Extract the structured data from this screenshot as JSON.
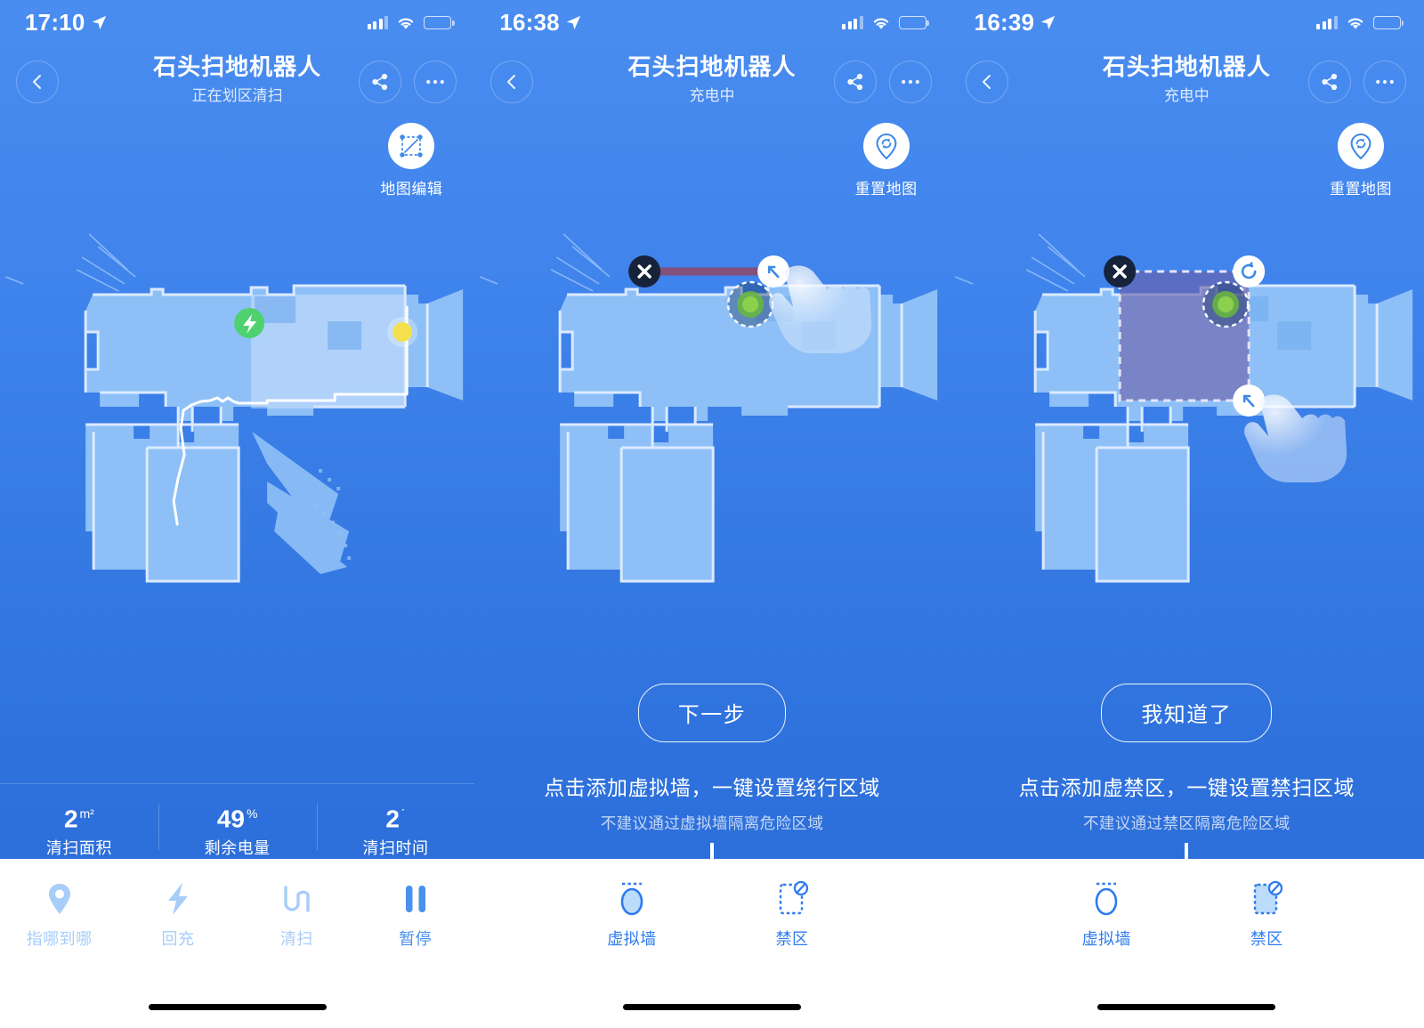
{
  "colors": {
    "bg_top": "#4a8df0",
    "bg_bottom": "#2a6bd6",
    "accent": "#2f7bf0",
    "accent_soft": "#a7cdf9",
    "map_fill": "#8ec0f7",
    "map_wall": "#d8eaff",
    "battery_red": "#f5372d",
    "dock_green": "#4ed16e",
    "robot_green": "#7ac943",
    "wall_line": "#8c4a6e",
    "zone_purple": "#6a5fa8",
    "toolbar_bg": "#ffffff"
  },
  "screens": [
    {
      "id": "screen-cleaning",
      "status_bar": {
        "time": "17:10",
        "location_icon": "location-arrow-icon",
        "signal_icon": "cellular-signal-icon",
        "wifi_icon": "wifi-icon",
        "battery_icon": "battery-low-icon",
        "battery_level_pct": 22
      },
      "nav": {
        "back_icon": "chevron-left-icon",
        "title": "石头扫地机器人",
        "subtitle": "正在划区清扫",
        "share_icon": "share-icon",
        "more_icon": "more-dots-icon"
      },
      "corner_action": {
        "icon": "map-edit-icon",
        "label": "地图编辑"
      },
      "map": {
        "robot_marker": "dock-charging-icon",
        "target_marker": "zone-handle-icon",
        "has_path_trace": true,
        "has_zone_rect": true
      },
      "cta": null,
      "stats": [
        {
          "value": "2",
          "unit": "m²",
          "label": "清扫面积"
        },
        {
          "value": "49",
          "unit": "%",
          "label": "剩余电量"
        },
        {
          "value": "2",
          "unit": "´",
          "label": "清扫时间"
        }
      ],
      "toolbar": {
        "layout": "four",
        "items": [
          {
            "icon": "pin-icon",
            "label": "指哪到哪",
            "state": "disabled"
          },
          {
            "icon": "lightning-icon",
            "label": "回充",
            "state": "disabled"
          },
          {
            "icon": "zigzag-icon",
            "label": "清扫",
            "state": "disabled"
          },
          {
            "icon": "pause-icon",
            "label": "暂停",
            "state": "active"
          }
        ]
      }
    },
    {
      "id": "screen-virtual-wall",
      "status_bar": {
        "time": "16:38",
        "location_icon": "location-arrow-icon",
        "signal_icon": "cellular-signal-icon",
        "wifi_icon": "wifi-icon",
        "battery_icon": "battery-low-icon",
        "battery_level_pct": 22
      },
      "nav": {
        "back_icon": "chevron-left-icon",
        "title": "石头扫地机器人",
        "subtitle": "充电中",
        "share_icon": "share-icon",
        "more_icon": "more-dots-icon"
      },
      "corner_action": {
        "icon": "reset-map-pin-icon",
        "label": "重置地图"
      },
      "map": {
        "overlay": "virtual-wall",
        "delete_icon": "close-x-icon",
        "resize_icon": "resize-arrow-icon",
        "hand_icon": "hand-pointer-icon",
        "robot_marker": "robot-position-icon"
      },
      "cta": {
        "button_label": "下一步",
        "line1": "点击添加虚拟墙，一键设置绕行区域",
        "line2": "不建议通过虚拟墙隔离危险区域",
        "arrow_icon": "down-arrow-icon"
      },
      "stats": null,
      "toolbar": {
        "layout": "two",
        "items": [
          {
            "icon": "virtual-wall-icon",
            "label": "虚拟墙",
            "state": "selected"
          },
          {
            "icon": "no-go-zone-icon",
            "label": "禁区",
            "state": "normal"
          }
        ]
      }
    },
    {
      "id": "screen-no-go-zone",
      "status_bar": {
        "time": "16:39",
        "location_icon": "location-arrow-icon",
        "signal_icon": "cellular-signal-icon",
        "wifi_icon": "wifi-icon",
        "battery_icon": "battery-low-icon",
        "battery_level_pct": 22
      },
      "nav": {
        "back_icon": "chevron-left-icon",
        "title": "石头扫地机器人",
        "subtitle": "充电中",
        "share_icon": "share-icon",
        "more_icon": "more-dots-icon"
      },
      "corner_action": {
        "icon": "reset-map-pin-icon",
        "label": "重置地图"
      },
      "map": {
        "overlay": "no-go-zone",
        "delete_icon": "close-x-icon",
        "rotate_icon": "rotate-icon",
        "resize_icon": "resize-arrow-icon",
        "hand_icon": "hand-pointer-icon",
        "robot_marker": "robot-position-icon"
      },
      "cta": {
        "button_label": "我知道了",
        "line1": "点击添加虚禁区，一键设置禁扫区域",
        "line2": "不建议通过禁区隔离危险区域",
        "arrow_icon": "down-arrow-icon"
      },
      "stats": null,
      "toolbar": {
        "layout": "two",
        "items": [
          {
            "icon": "virtual-wall-icon",
            "label": "虚拟墙",
            "state": "normal"
          },
          {
            "icon": "no-go-zone-icon",
            "label": "禁区",
            "state": "selected"
          }
        ]
      }
    }
  ]
}
